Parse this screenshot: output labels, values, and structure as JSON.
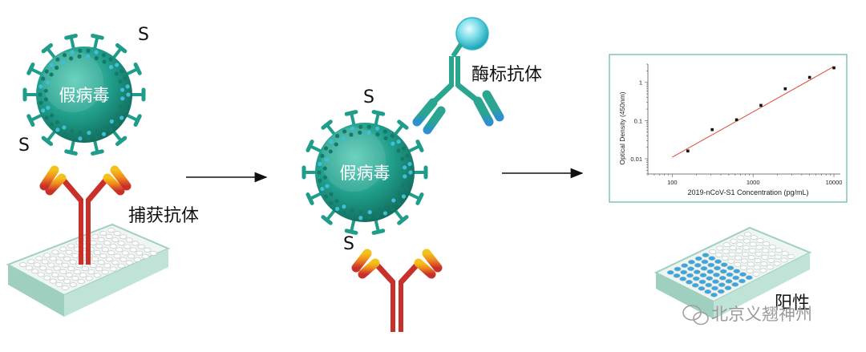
{
  "labels": {
    "s_marker": "S",
    "pseudovirus": "假病毒",
    "capture_antibody": "捕获抗体",
    "enzyme_antibody": "酶标抗体",
    "positive": "阳性",
    "watermark": "北京义翘神州"
  },
  "colors": {
    "virus_teal": "#1f9d8a",
    "virus_dark": "#157a6b",
    "capture_red": "#c8302a",
    "capture_yellow": "#f3c21a",
    "enzyme_teal": "#2aa590",
    "enzyme_blue": "#2b8fd0",
    "plate_green": "#a9d8c8",
    "well_blue": "#3aa6e0",
    "fit_line": "#e04a3a",
    "chart_border": "#7cc8b4"
  },
  "chart_data": {
    "type": "scatter",
    "xlabel": "2019-nCoV-S1 Concentration (pg/mL)",
    "ylabel": "Optical Density (450nm)",
    "x_scale": "log",
    "y_scale": "log",
    "xlim": [
      50,
      12000
    ],
    "ylim": [
      0.004,
      3
    ],
    "xticks": [
      100,
      1000,
      10000
    ],
    "xtick_labels": [
      "100",
      "1000",
      "10000"
    ],
    "yticks": [
      0.01,
      0.1,
      1
    ],
    "ytick_labels": [
      "0.01",
      "0.1",
      "1"
    ],
    "grid": false,
    "points": [
      {
        "x": 156,
        "y": 0.016
      },
      {
        "x": 312,
        "y": 0.058
      },
      {
        "x": 625,
        "y": 0.105
      },
      {
        "x": 1250,
        "y": 0.25
      },
      {
        "x": 2500,
        "y": 0.68
      },
      {
        "x": 5000,
        "y": 1.35
      },
      {
        "x": 10000,
        "y": 2.4
      }
    ],
    "fit": {
      "x": [
        100,
        10000
      ],
      "y": [
        0.011,
        2.6
      ]
    }
  }
}
